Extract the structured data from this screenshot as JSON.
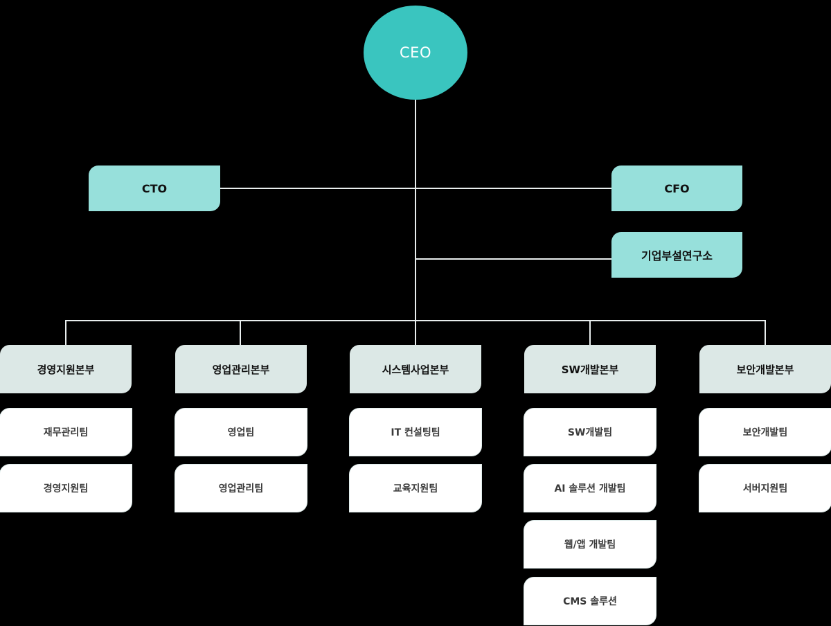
{
  "colors": {
    "background": "#000000",
    "ceo_fill": "#3ac5bf",
    "ceo_text": "#ffffff",
    "exec_fill": "#97e0db",
    "division_fill": "#dce8e6",
    "team_fill": "#ffffff",
    "team_border": "#dfeceb",
    "connector": "#e9eeee",
    "node_text": "#111111",
    "team_text": "#3a3a3a"
  },
  "chart_type": "org-chart",
  "root": {
    "label": "CEO",
    "shape": "circle"
  },
  "executives": [
    {
      "id": "cto",
      "label": "CTO",
      "side": "left"
    },
    {
      "id": "cfo",
      "label": "CFO",
      "side": "right"
    },
    {
      "id": "rnd",
      "label": "기업부설연구소",
      "side": "right"
    }
  ],
  "divisions": [
    {
      "id": "management-support",
      "label": "경영지원본부",
      "teams": [
        {
          "label": "재무관리팀"
        },
        {
          "label": "경영지원팀"
        }
      ]
    },
    {
      "id": "sales-management",
      "label": "영업관리본부",
      "teams": [
        {
          "label": "영업팀"
        },
        {
          "label": "영업관리팀"
        }
      ]
    },
    {
      "id": "system-business",
      "label": "시스템사업본부",
      "teams": [
        {
          "label": "IT 컨설팅팀"
        },
        {
          "label": "교육지원팀"
        }
      ]
    },
    {
      "id": "sw-development",
      "label": "SW개발본부",
      "teams": [
        {
          "label": "SW개발팀"
        },
        {
          "label": "AI 솔루션 개발팀"
        },
        {
          "label": "웹/앱 개발팀"
        },
        {
          "label": "CMS 솔루션"
        }
      ]
    },
    {
      "id": "security-development",
      "label": "보안개발본부",
      "teams": [
        {
          "label": "보안개발팀"
        },
        {
          "label": "서버지원팀"
        }
      ]
    }
  ]
}
